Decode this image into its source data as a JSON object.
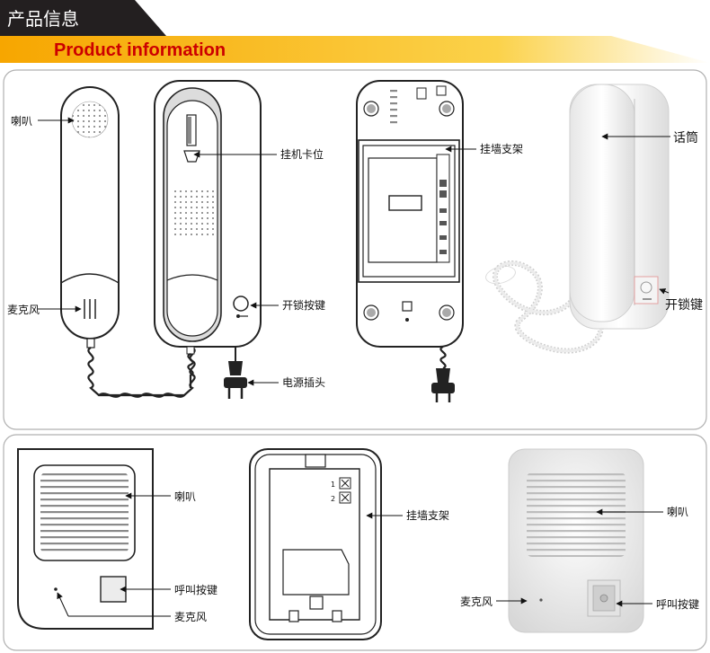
{
  "header": {
    "title_cn": "产品信息",
    "title_en": "Product information"
  },
  "handset_front": {
    "speaker": "喇叭",
    "microphone": "麦克风"
  },
  "indoor_front": {
    "hook": "挂机卡位",
    "unlock": "开锁按键",
    "plug": "电源插头"
  },
  "indoor_back": {
    "bracket": "挂墙支架"
  },
  "indoor_photo": {
    "handset": "话筒",
    "unlock": "开锁键"
  },
  "outdoor_front": {
    "speaker": "喇叭",
    "call_button": "呼叫按键",
    "microphone": "麦克风"
  },
  "outdoor_back": {
    "bracket": "挂墙支架",
    "terminal_1": "1",
    "terminal_2": "2"
  },
  "outdoor_photo": {
    "speaker": "喇叭",
    "microphone": "麦克风",
    "call_button": "呼叫按键"
  },
  "colors": {
    "banner_dark": "#231f20",
    "banner_yellow": "#f7a600",
    "title_red": "#cc0000",
    "frame_gray": "#b0b0b0"
  }
}
